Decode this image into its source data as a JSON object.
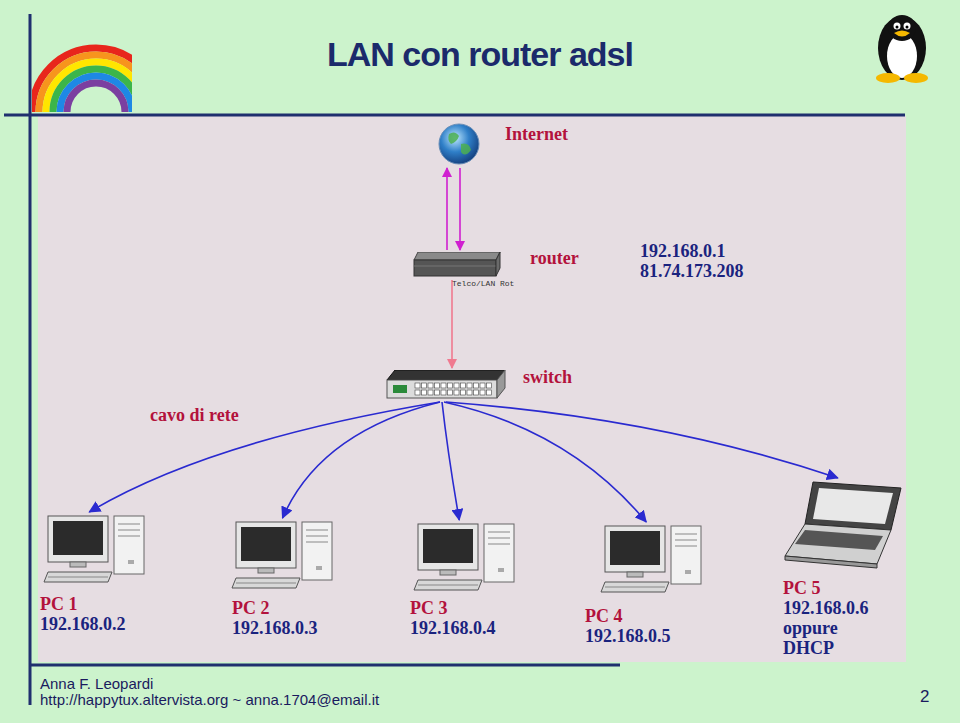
{
  "diagram": {
    "title": "LAN con router adsl",
    "nodes": [
      {
        "text": [
          "Internet"
        ]
      },
      {
        "text": [
          "router",
          "192.168.0.1 81.74.173.208"
        ]
      },
      {
        "text": [
          "switch"
        ]
      },
      {
        "text": [
          "PC 1",
          "192.168.0.2"
        ]
      },
      {
        "text": [
          "PC 2",
          "192.168.0.3"
        ]
      },
      {
        "text": [
          "PC 3",
          "192.168.0.4"
        ]
      },
      {
        "text": [
          "PC 4",
          "192.168.0.5"
        ]
      },
      {
        "text": [
          "PC 5",
          "192.168.0.6 oppure DHCP"
        ]
      }
    ],
    "edges": [
      {
        "from": 1,
        "to": 0,
        "arrow": "to"
      },
      {
        "from": 0,
        "to": 1,
        "arrow": "to"
      },
      {
        "from": 1,
        "to": 2,
        "arrow": "to"
      },
      {
        "from": 2,
        "to": 3,
        "arrow": "to"
      },
      {
        "from": 2,
        "to": 4,
        "arrow": "to"
      },
      {
        "from": 2,
        "to": 5,
        "arrow": "to"
      },
      {
        "from": 2,
        "to": 6,
        "arrow": "to"
      },
      {
        "from": 2,
        "to": 7,
        "arrow": "to"
      }
    ],
    "labels": [
      "Telco/LAN Rot",
      "cavo di rete",
      "Anna F. Leopardi",
      "http://happytux.altervista.org ~ anna.1704@email.it",
      "2"
    ]
  }
}
